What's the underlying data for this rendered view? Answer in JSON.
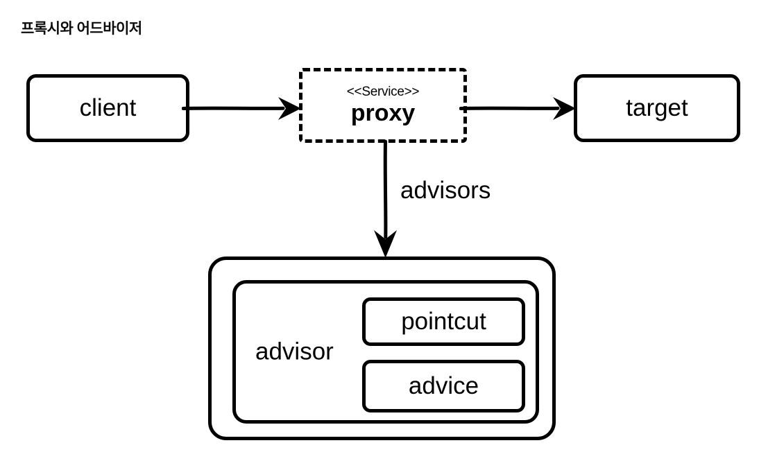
{
  "diagram": {
    "title": "프록시와 어드바이저",
    "background_color": "#ffffff",
    "stroke_color": "#000000",
    "nodes": {
      "client": {
        "label": "client",
        "shape": "rounded-rectangle",
        "border_style": "solid"
      },
      "proxy": {
        "stereotype": "<<Service>>",
        "label": "proxy",
        "shape": "rounded-rectangle",
        "border_style": "dashed"
      },
      "target": {
        "label": "target",
        "shape": "rounded-rectangle",
        "border_style": "solid"
      },
      "advisor": {
        "label": "advisor",
        "shape": "rounded-rectangle",
        "border_style": "solid"
      },
      "pointcut": {
        "label": "pointcut",
        "shape": "rounded-rectangle",
        "border_style": "solid"
      },
      "advice": {
        "label": "advice",
        "shape": "rounded-rectangle",
        "border_style": "solid"
      }
    },
    "edges": [
      {
        "from": "client",
        "to": "proxy",
        "label": "",
        "direction": "right"
      },
      {
        "from": "proxy",
        "to": "target",
        "label": "",
        "direction": "right"
      },
      {
        "from": "proxy",
        "to": "advisor",
        "label": "advisors",
        "direction": "down"
      }
    ],
    "edge_labels": {
      "advisors": "advisors"
    }
  }
}
